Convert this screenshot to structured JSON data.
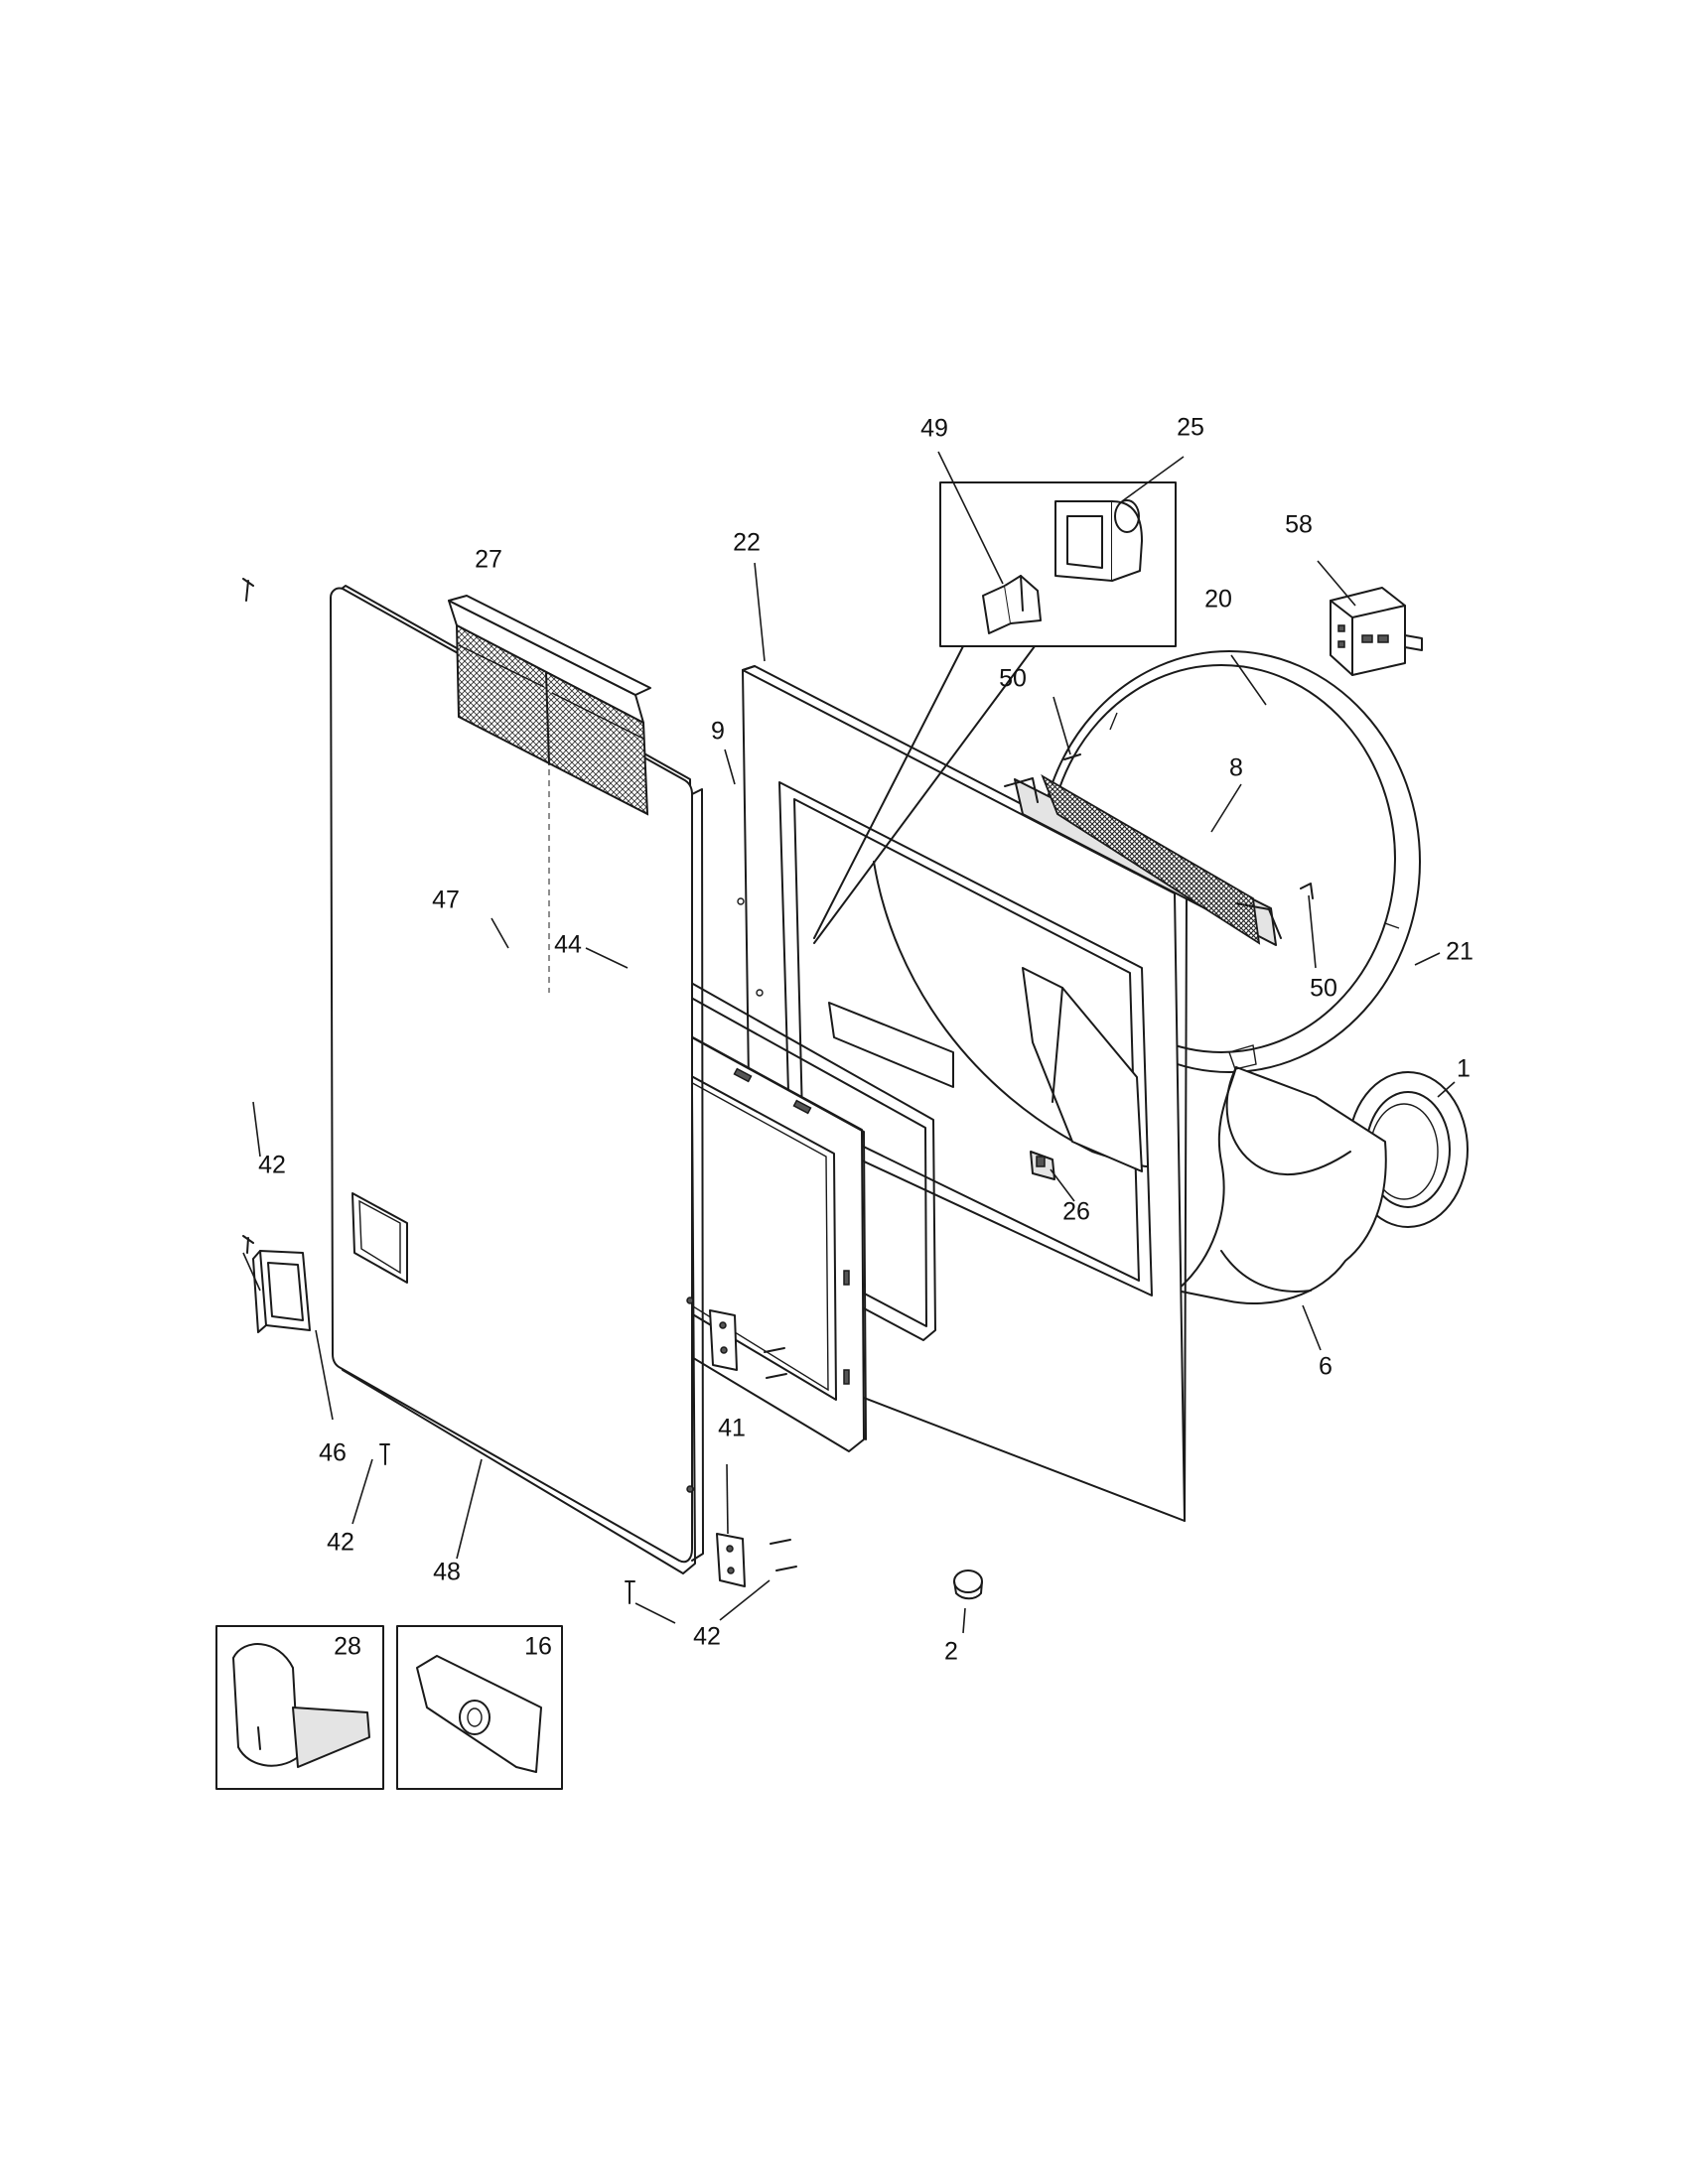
{
  "labels": {
    "l1": "1",
    "l2": "2",
    "l6": "6",
    "l8": "8",
    "l9": "9",
    "l16": "16",
    "l20": "20",
    "l21": "21",
    "l22": "22",
    "l25": "25",
    "l26": "26",
    "l27": "27",
    "l28": "28",
    "l41": "41",
    "l42a": "42",
    "l42b": "42",
    "l42c": "42",
    "l44": "44",
    "l46": "46",
    "l47": "47",
    "l48": "48",
    "l49": "49",
    "l50a": "50",
    "l50b": "50",
    "l58": "58"
  }
}
